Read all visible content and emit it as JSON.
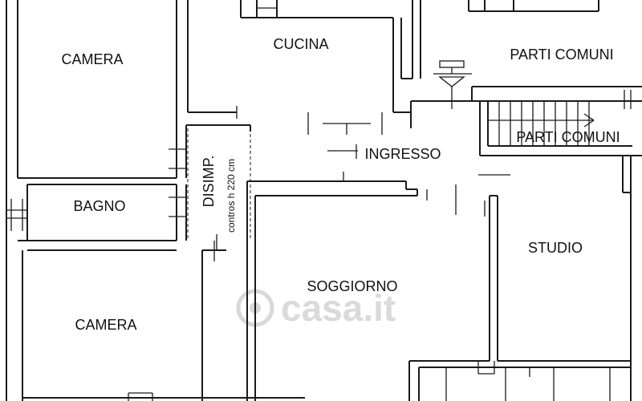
{
  "plan": {
    "wall_color": "#1a1a1a",
    "watermark_color": "#cfcfcf",
    "rooms": {
      "camera_top": "CAMERA",
      "cucina": "CUCINA",
      "parti_comuni_top": "PARTI COMUNI",
      "parti_comuni_stair": "PARTI COMUNI",
      "ingresso": "INGRESSO",
      "bagno": "BAGNO",
      "disimp": "DISIMP.",
      "disimp_note": "contros h 220 cm",
      "studio": "STUDIO",
      "soggiorno": "SOGGIORNO",
      "camera_bottom": "CAMERA"
    },
    "watermark": "casa.it"
  }
}
